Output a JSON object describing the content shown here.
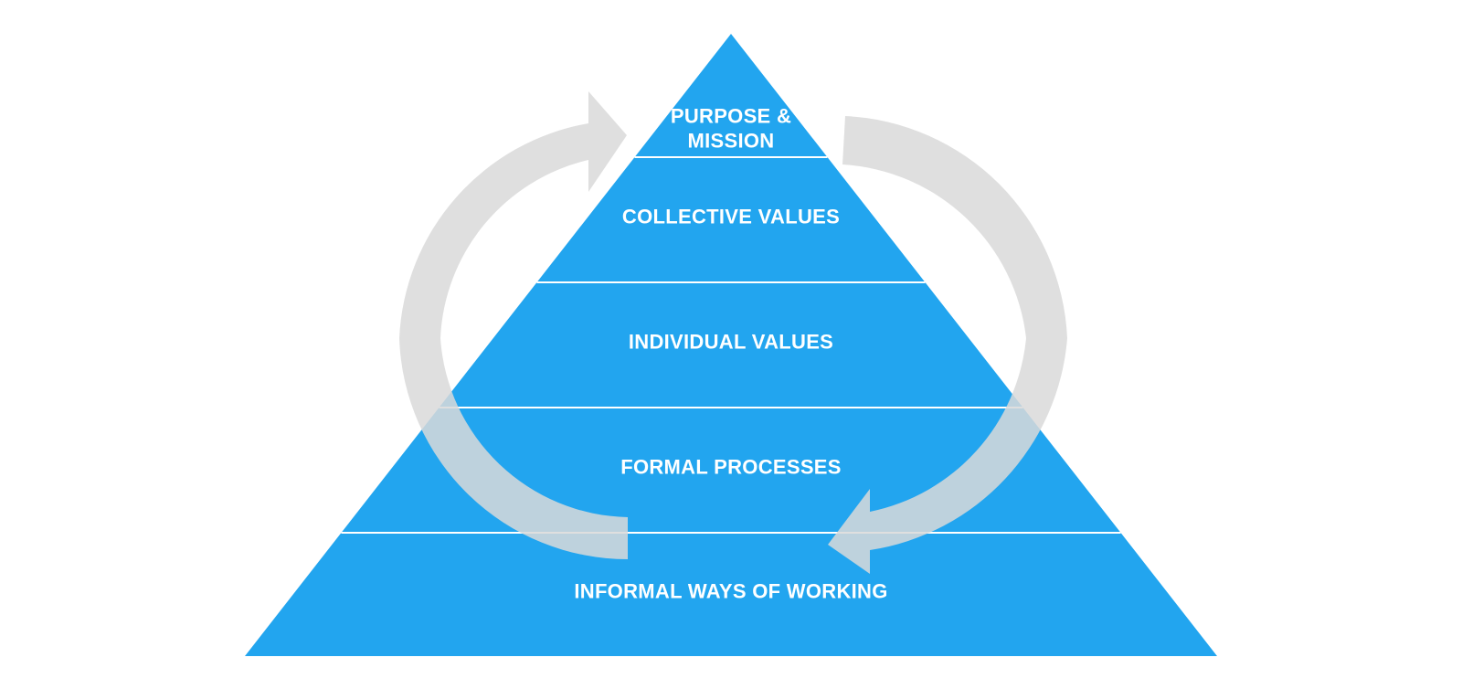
{
  "colors": {
    "background": "#ffffff",
    "pyramid_fill": "#22a5ef",
    "divider": "#ffffff",
    "label_text": "#ffffff",
    "cycle_arrow": "#d9d9d9"
  },
  "pyramid": {
    "tiers": [
      {
        "label_lines": [
          "PURPOSE &",
          "MISSION"
        ]
      },
      {
        "label_lines": [
          "COLLECTIVE VALUES"
        ]
      },
      {
        "label_lines": [
          "INDIVIDUAL VALUES"
        ]
      },
      {
        "label_lines": [
          "FORMAL PROCESSES"
        ]
      },
      {
        "label_lines": [
          "INFORMAL WAYS OF WORKING"
        ]
      }
    ]
  },
  "cycle": {
    "arrows": [
      {
        "name": "left-cycle-arrow",
        "direction": "up-right"
      },
      {
        "name": "right-cycle-arrow",
        "direction": "down-left"
      }
    ]
  }
}
